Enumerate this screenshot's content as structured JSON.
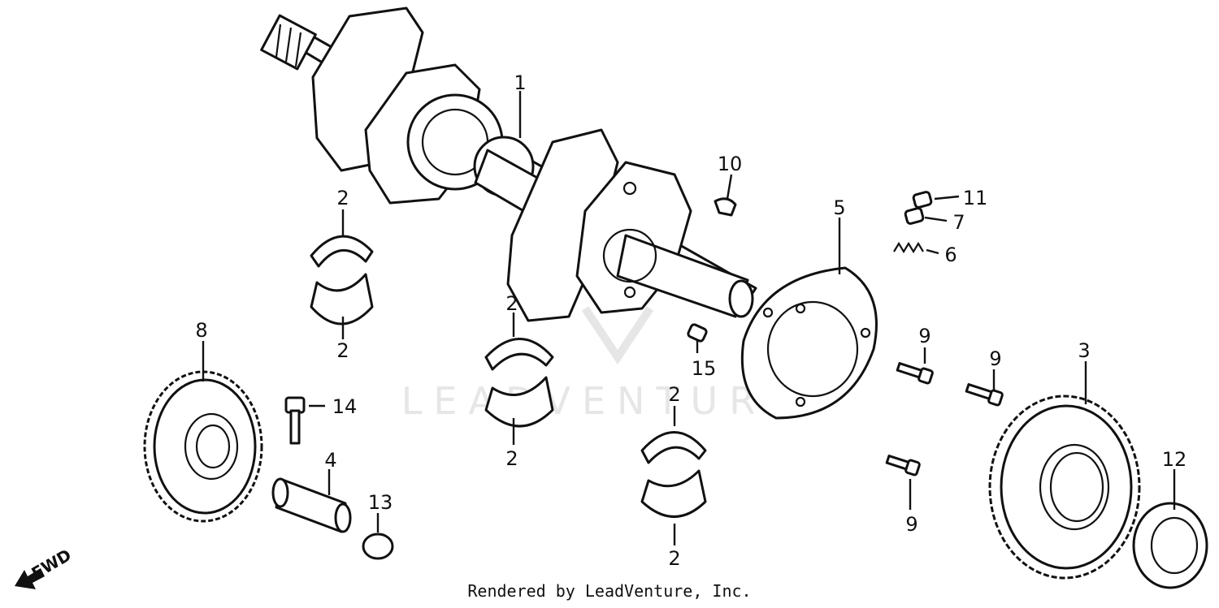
{
  "watermark": "LEADVENTURE",
  "fwd_label": "FWD",
  "footer": "Rendered by LeadVenture, Inc.",
  "callouts": {
    "c1": "1",
    "c2a": "2",
    "c2b": "2",
    "c2c": "2",
    "c2d": "2",
    "c2e": "2",
    "c2f": "2",
    "c3": "3",
    "c4": "4",
    "c5": "5",
    "c6": "6",
    "c7": "7",
    "c8": "8",
    "c9a": "9",
    "c9b": "9",
    "c9c": "9",
    "c10": "10",
    "c11": "11",
    "c12": "12",
    "c13": "13",
    "c14": "14",
    "c15": "15"
  }
}
